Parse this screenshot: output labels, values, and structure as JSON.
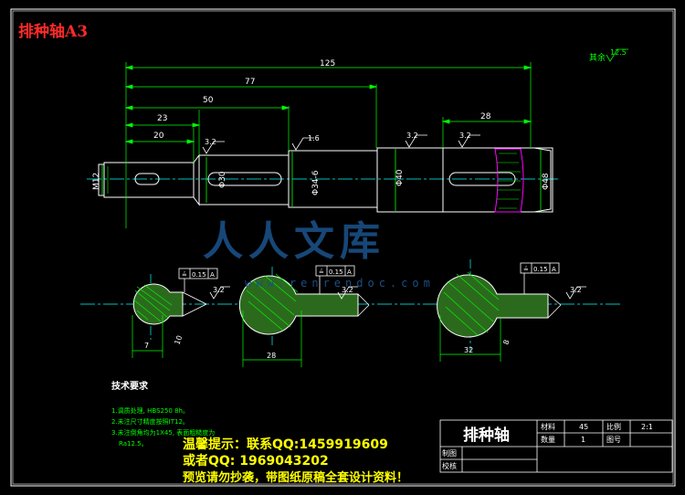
{
  "header": {
    "title": "排种轴A3"
  },
  "dimensions": {
    "d125": "125",
    "d77": "77",
    "d50": "50",
    "d23": "23",
    "d20": "20",
    "d28": "28",
    "m12": "M12",
    "phi30": "Φ30",
    "phi34": "Φ34-6",
    "phi40": "Φ40",
    "phi48": "Φ48",
    "sec1_width": "7",
    "sec2_width": "28",
    "sec3_width": "32",
    "sec1_depth": "10",
    "sec3_depth": "8"
  },
  "roughness": {
    "r1": "3.2",
    "r2": "1.6",
    "r3": "3.2",
    "r4": "3.2",
    "corner_label": "其余",
    "corner_value": "12.5",
    "sec1": "3.2",
    "sec2": "3.2",
    "sec3": "3.2"
  },
  "tolerances": {
    "t1_symbol": "≟",
    "t1_value": "0.15",
    "t1_datum": "A",
    "t2_symbol": "≟",
    "t2_value": "0.15",
    "t2_datum": "A",
    "t3_symbol": "≟",
    "t3_value": "0.15",
    "t3_datum": "A"
  },
  "tech_requirements": {
    "heading": "技术要求",
    "lines": [
      "1.调质处理, HBS250 8h。",
      "2.未注尺寸精度按照IT12。",
      "3.未注倒角均为1X45, 表面粗糙度为",
      "Ra12.5。"
    ]
  },
  "title_block": {
    "part_name": "排种轴",
    "material_label": "材料",
    "material_value": "45",
    "scale_label": "比例",
    "scale_value": "2:1",
    "qty_label": "数量",
    "qty_value": "1",
    "drawing_no_label": "图号",
    "drawing_no_value": "",
    "drawn_label": "制图",
    "checked_label": "校核"
  },
  "notice": {
    "line1": "温馨提示：联系QQ:1459919609",
    "line2": "或者QQ: 1969043202",
    "line3": "预览请勿抄袭，带图纸原稿全套设计资料！"
  },
  "watermark": {
    "text": "人人文库",
    "url": "www.renrendoc.com"
  },
  "colors": {
    "background": "#000000",
    "outline": "#ffffff",
    "dimension": "#00ff00",
    "centerline": "#00ffff",
    "section": "#ff00ff",
    "hatch": "#00ff00",
    "warning": "#ffff00",
    "title": "#ff2a2a"
  }
}
